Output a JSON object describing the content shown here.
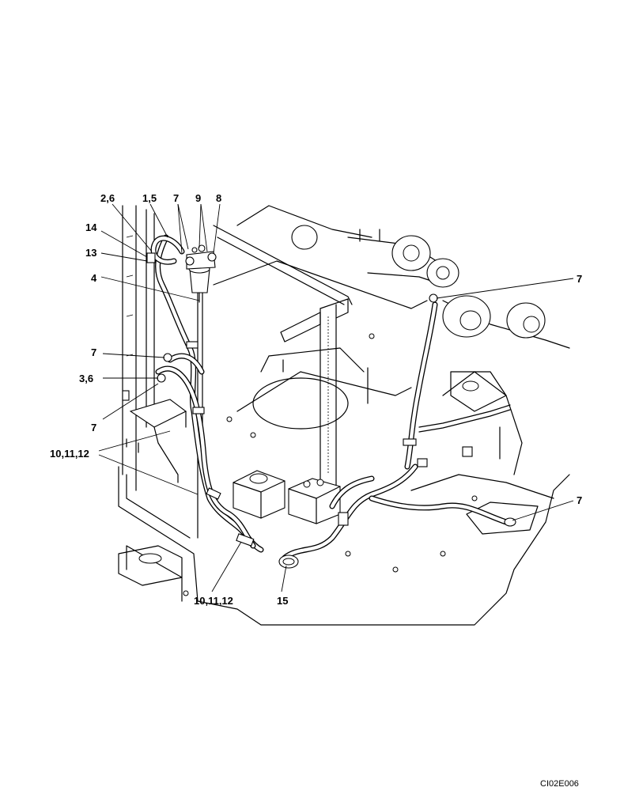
{
  "callouts": [
    {
      "id": "c-2-6",
      "text": "2,6"
    },
    {
      "id": "c-1-5",
      "text": "1,5"
    },
    {
      "id": "c-7-top",
      "text": "7"
    },
    {
      "id": "c-9",
      "text": "9"
    },
    {
      "id": "c-8",
      "text": "8"
    },
    {
      "id": "c-14",
      "text": "14"
    },
    {
      "id": "c-13",
      "text": "13"
    },
    {
      "id": "c-4",
      "text": "4"
    },
    {
      "id": "c-7-right",
      "text": "7"
    },
    {
      "id": "c-7-left",
      "text": "7"
    },
    {
      "id": "c-3-6",
      "text": "3,6"
    },
    {
      "id": "c-7-lower-left",
      "text": "7"
    },
    {
      "id": "c-10-11-12-left",
      "text": "10,11,12"
    },
    {
      "id": "c-7-lower-right",
      "text": "7"
    },
    {
      "id": "c-10-11-12-bottom",
      "text": "10,11,12"
    },
    {
      "id": "c-15",
      "text": "15"
    }
  ],
  "drawing_code": "CI02E006"
}
